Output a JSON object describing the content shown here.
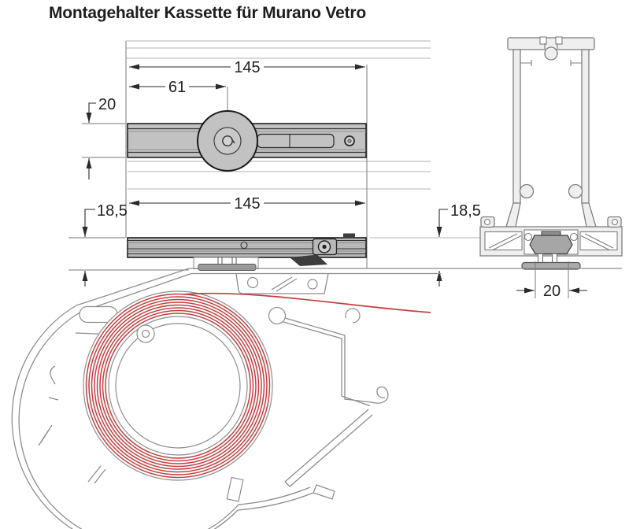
{
  "title": "Montagehalter Kassette für Murano Vetro",
  "views": {
    "top": {
      "width": "145",
      "hub_offset": "61",
      "height": "20"
    },
    "side": {
      "width": "145",
      "height": "18,5"
    },
    "profile": {
      "depth": "18,5",
      "width": "20"
    }
  },
  "colors": {
    "fabric_red": "#c04040",
    "metal_gray": "#c2c2c2",
    "outline_gray": "#8d8d8d",
    "dimension_ink": "#2a2a2a"
  }
}
